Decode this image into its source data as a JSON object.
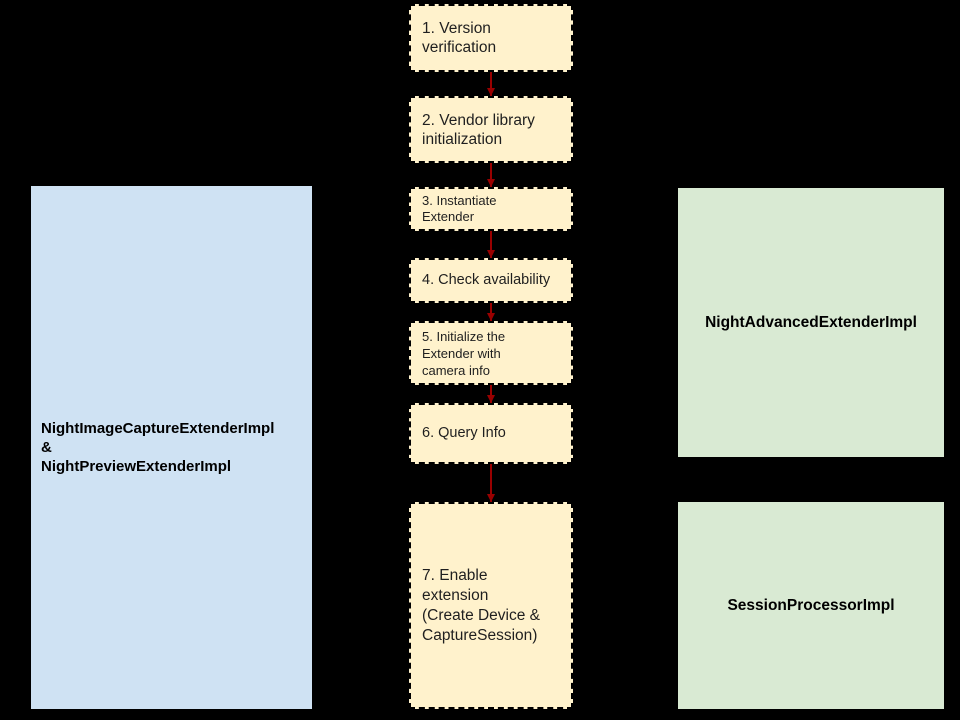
{
  "colors": {
    "background": "#000000",
    "step-fill": "#FFF2CC",
    "step-border": "#000000",
    "step-text": "#1f1f1f",
    "left-fill": "#CFE2F3",
    "right-fill": "#D9EAD3",
    "label-text": "#000000",
    "arrow": "#990000"
  },
  "flow": {
    "steps": [
      {
        "label": "1. Version\nverification"
      },
      {
        "label": "2. Vendor library\ninitialization"
      },
      {
        "label": "3. Instantiate\nExtender"
      },
      {
        "label": "4. Check availability"
      },
      {
        "label": "5. Initialize the\nExtender with\ncamera info"
      },
      {
        "label": "6. Query Info"
      },
      {
        "label": "7. Enable\nextension\n(Create Device &\nCaptureSession)"
      }
    ]
  },
  "components": {
    "left": {
      "label": "NightImageCaptureExtenderImpl\n&\nNightPreviewExtenderImpl"
    },
    "right_top": {
      "label": "NightAdvancedExtenderImpl"
    },
    "right_bottom": {
      "label": "SessionProcessorImpl"
    }
  }
}
